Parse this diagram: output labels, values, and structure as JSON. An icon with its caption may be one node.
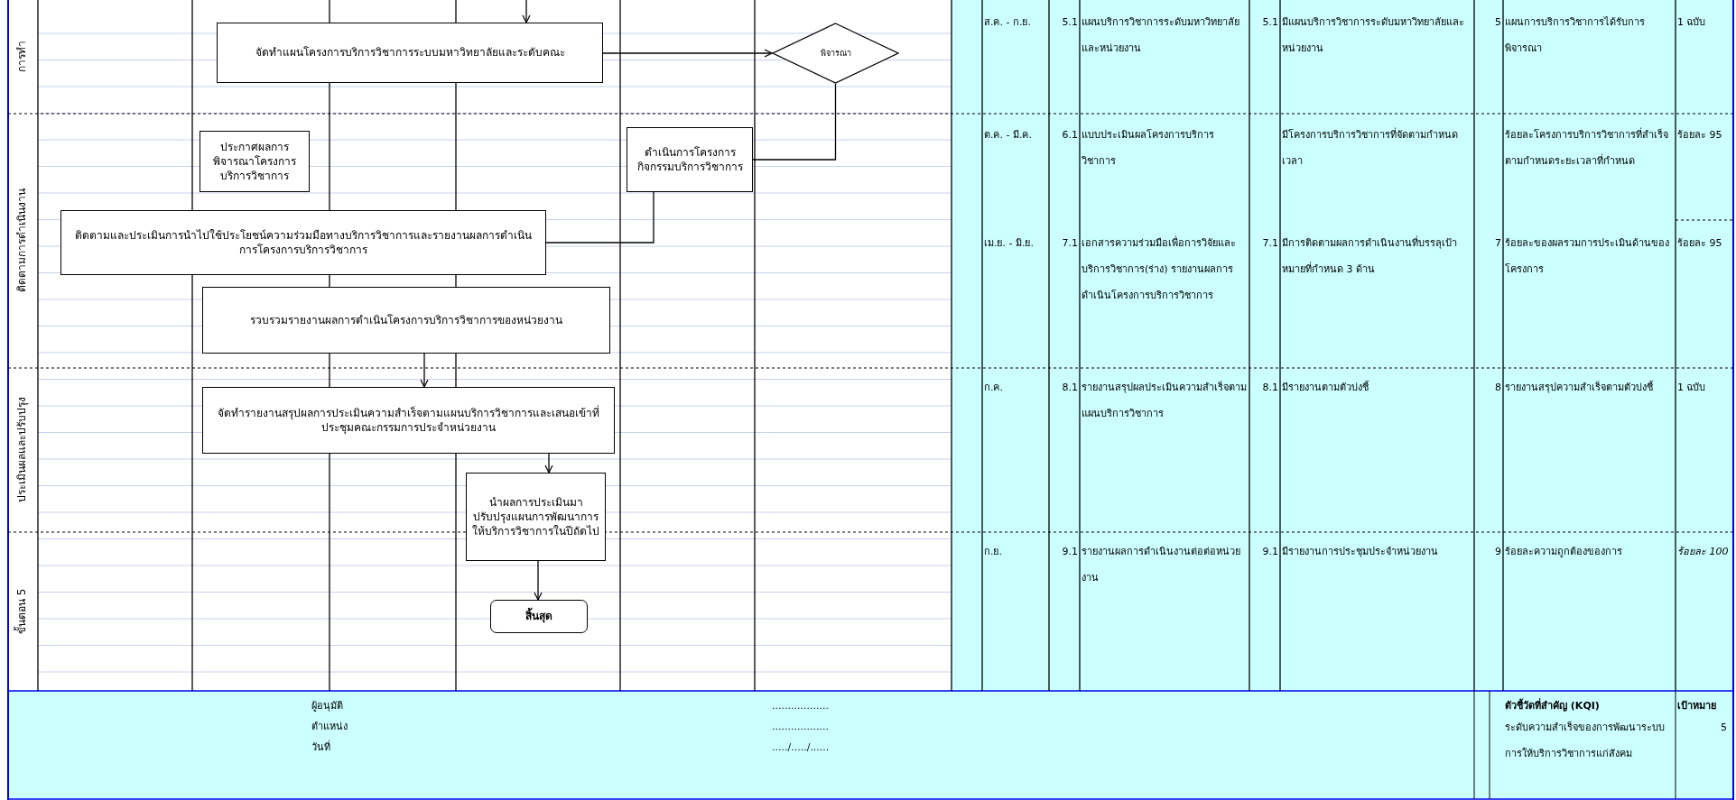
{
  "diagram": {
    "nodes": [
      {
        "text": [
          "จัดทำแผนโครงการบริการวิชาการระบบมหาวิทยาลัยและระดับคณะ"
        ]
      },
      {
        "text": [
          "พิจารณา"
        ]
      },
      {
        "text": [
          "ประกาศผลการพิจารณาโครงการบริการวิชาการ"
        ]
      },
      {
        "text": [
          "ดำเนินการโครงการกิจกรรมบริการวิชาการ"
        ]
      },
      {
        "text": [
          "ติดตามและประเมินการนำไปใช้ประโยชน์ความร่วมมือทางบริการวิชาการและรายงานผลการดำเนินการโครงการบริการวิชาการ"
        ]
      },
      {
        "text": [
          "รวบรวมรายงานผลการดำเนินโครงการบริการวิชาการของหน่วยงาน"
        ]
      },
      {
        "text": [
          "จัดทำรายงานสรุปผลการประเมินความสำเร็จตามแผนบริการวิชาการและเสนอเข้าที่ประชุมคณะกรรมการประจำหน่วยงาน"
        ]
      },
      {
        "text": [
          "นำผลการประเมินมาปรับปรุงแผนการพัฒนาการให้บริการวิชาการในปีถัดไป"
        ]
      },
      {
        "text": [
          "สิ้นสุด"
        ]
      }
    ],
    "edges": [
      {
        "from": null,
        "to": 0,
        "arrow": "to"
      },
      {
        "from": 0,
        "to": 1,
        "arrow": "to"
      },
      {
        "from": 1,
        "to": 3,
        "arrow": "none"
      },
      {
        "from": 3,
        "to": 4,
        "arrow": "none"
      },
      {
        "from": 5,
        "to": 6,
        "arrow": "to"
      },
      {
        "from": 6,
        "to": 7,
        "arrow": "to"
      },
      {
        "from": 7,
        "to": 8,
        "arrow": "to"
      }
    ],
    "labels": [
      "การทำ",
      "ติดตามการดำเนินงาน",
      "ประเมินผลและปรับปรุง",
      "ขั้นตอน 5",
      "ส.ค. - ก.ย.",
      "5.1",
      "แผนบริการวิชาการระดับมหาวิทยาลัยและหน่วยงาน",
      "5.1",
      "มีแผนบริการวิชาการระดับมหาวิทยาลัยและหน่วยงาน",
      "5",
      "แผนการบริการวิชาการได้รับการพิจารณา",
      "1 ฉบับ",
      "ต.ค. - มี.ค.",
      "6.1",
      "แบบประเมินผลโครงการบริการวิชาการ",
      "มีโครงการบริการวิชาการที่จัดตามกำหนดเวลา",
      "ร้อยละโครงการบริการวิชาการที่สำเร็จตามกำหนดระยะเวลาที่กำหนด",
      "ร้อยละ 95",
      "เม.ย. - มิ.ย.",
      "7.1",
      "เอกสารความร่วมมือเพื่อการวิจัยและบริการวิชาการ(ร่าง) รายงานผลการดำเนินโครงการบริการวิชาการ",
      "7.1",
      "มีการติดตามผลการดำเนินงานที่บรรลุเป้าหมายที่กำหนด 3 ด้าน",
      "7",
      "ร้อยละของผลรวมการประเมินด้านของโครงการ",
      "ร้อยละ 95",
      "ก.ค.",
      "8.1",
      "รายงานสรุปผลประเมินความสำเร็จตามแผนบริการวิชาการ",
      "8.1",
      "มีรายงานตามตัวบ่งชี้",
      "8",
      "รายงานสรุปความสำเร็จตามตัวบ่งชี้",
      "1 ฉบับ",
      "ก.ย.",
      "9.1",
      "รายงานผลการดำเนินงานต่อต่อหน่วยงาน",
      "9.1",
      "มีรายงานการประชุมประจำหน่วยงาน",
      "9",
      "ร้อยละความถูกต้องของการ",
      "ร้อยละ 100",
      "ผู้อนุมัติ",
      "..................",
      "ตำแหน่ง",
      "..................",
      "วันที่",
      "...../...../......",
      "ตัวชี้วัดที่สำคัญ (KQI)",
      "เป้าหมาย",
      "ระดับความสำเร็จของการพัฒนาระบบการให้บริการวิชาการแก่สังคม",
      "5"
    ]
  }
}
